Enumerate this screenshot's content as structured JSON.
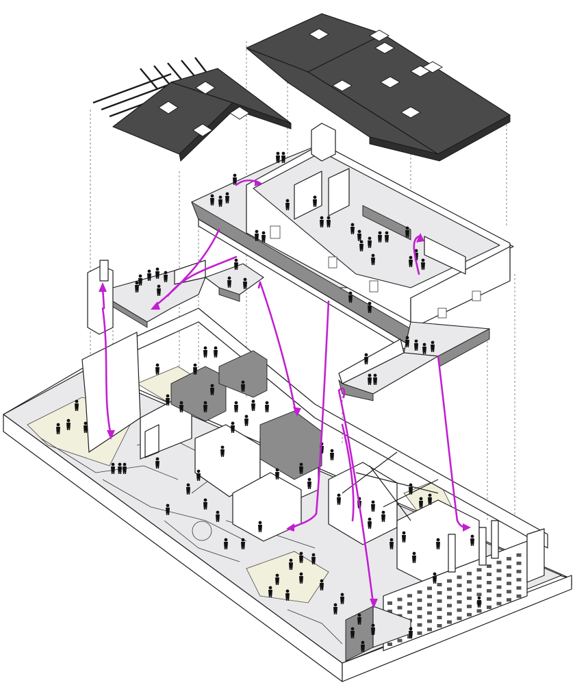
{
  "diagram": {
    "style": "exploded-isometric-axonometric",
    "colors": {
      "line": "#1a1a1a",
      "roof": "#4a4a4a",
      "floor": "#e9e9eb",
      "yard": "#f1f0dc",
      "circulation_arrow": "#c21fd1",
      "background": "#ffffff"
    },
    "layers": [
      {
        "id": "roof-left"
      },
      {
        "id": "roof-right"
      },
      {
        "id": "upper-floor"
      },
      {
        "id": "middle-terrace"
      },
      {
        "id": "ground-floor"
      }
    ]
  }
}
